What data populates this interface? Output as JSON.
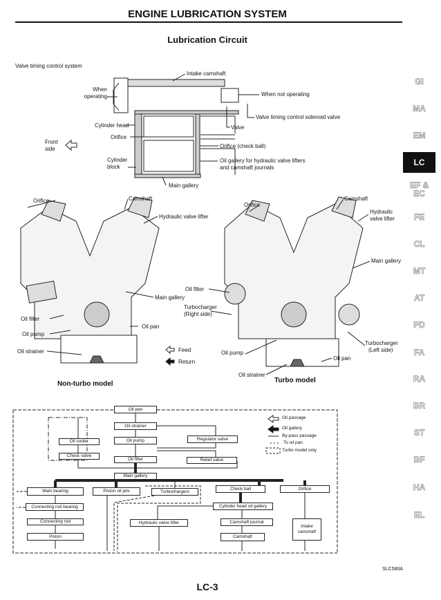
{
  "header": {
    "title": "ENGINE LUBRICATION SYSTEM",
    "subtitle": "Lubrication Circuit"
  },
  "side_tabs": [
    "GI",
    "MA",
    "EM",
    "LC",
    "EF &\nEC",
    "FE",
    "CL",
    "MT",
    "AT",
    "PD",
    "FA",
    "RA",
    "BR",
    "ST",
    "BF",
    "HA",
    "EL"
  ],
  "active_tab": "LC",
  "vtc_diagram": {
    "system": "Valve timing control system",
    "intake_camshaft": "Intake camshaft",
    "when_operating": "When operating",
    "when_not_operating": "When not operating",
    "solenoid": "Valve timing control solenoid valve",
    "cylinder_head": "Cylinder head",
    "valve": "Valve",
    "orifice": "Orifice",
    "front_side": "Front side",
    "orifice_check_ball": "Orifice (check ball)",
    "cylinder_block": "Cylinder block",
    "oil_gallery_1": "Oil gallery for hydraulic valve lifters",
    "oil_gallery_2": "and camshaft journals",
    "main_gallery": "Main gallery"
  },
  "non_turbo": {
    "orifice": "Orifice",
    "camshaft": "Camshaft",
    "hvl": "Hydraulic valve lifter",
    "main_gallery": "Main gallery",
    "oil_filter": "Oil filter",
    "oil_pump": "Oil pump",
    "oil_pan": "Oil pan",
    "oil_strainer": "Oil strainer",
    "caption": "Non-turbo model"
  },
  "engine_legend": {
    "feed": "Feed",
    "return": "Return"
  },
  "turbo": {
    "orifice": "Orifice",
    "camshaft": "Camshaft",
    "hvl_1": "Hydraulic",
    "hvl_2": "valve lifter",
    "main_gallery": "Main gallery",
    "oil_filter": "Oil filter",
    "turbo_r1": "Turbocharger",
    "turbo_r2": "(Right side)",
    "oil_pump": "Oil pump",
    "oil_pan": "Oil pan",
    "turbo_l1": "Turbocharger",
    "turbo_l2": "(Left side)",
    "oil_strainer": "Oil strainer",
    "caption": "Turbo model"
  },
  "flow": {
    "oil_pan": "Oil pan",
    "oil_strainer": "Oil strainer",
    "oil_pump": "Oil pump",
    "regulator_valve": "Regulator valve",
    "oil_filter": "Oil filter",
    "relief_valve": "Relief valve",
    "oil_cooler": "Oil cooler",
    "check_valve": "Check valve",
    "main_gallery": "Main gallery",
    "main_bearing": "Main bearing",
    "piston_oil_jets": "Piston oil jets",
    "turbochargers": "Turbochargers",
    "check_ball": "Check ball",
    "orifice": "Orifice",
    "con_rod_bearing": "Connecting rod bearing",
    "hvl": "Hydraulic valve lifter",
    "cyl_head_gallery": "Cylinder head oil gallery",
    "con_rod": "Connecting rod",
    "cam_journal": "Camshaft journal",
    "intake_camshaft": "Intake camshaft",
    "piston": "Piston",
    "camshaft": "Camshaft"
  },
  "flow_legend": {
    "oil_passage": "Oil passage",
    "oil_gallery": "Oil gallery",
    "bypass": "By-pass passage",
    "to_oil_pan": "To oil pan",
    "turbo_only": "Turbo model only"
  },
  "footer": {
    "code": "SLC580A",
    "page": "LC-3"
  }
}
